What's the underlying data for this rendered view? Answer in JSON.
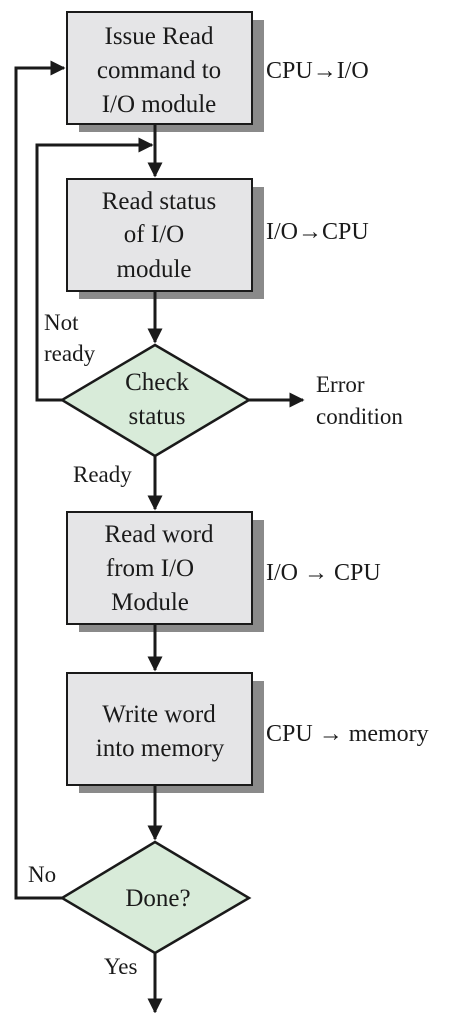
{
  "flowchart": {
    "boxes": [
      {
        "id": "issue-read",
        "lines": [
          "Issue Read",
          "command to",
          "I/O module"
        ],
        "side": "CPU→I/O"
      },
      {
        "id": "read-status",
        "lines": [
          "Read status",
          "of I/O",
          "module"
        ],
        "side": "I/O→CPU"
      },
      {
        "id": "read-word",
        "lines": [
          "Read word",
          "from I/O",
          "Module"
        ],
        "side": "I/O → CPU"
      },
      {
        "id": "write-word",
        "lines": [
          "Write word",
          "into memory"
        ],
        "side": "CPU → memory"
      }
    ],
    "decisions": [
      {
        "id": "check-status",
        "lines": [
          "Check",
          "status"
        ]
      },
      {
        "id": "done",
        "lines": [
          "Done?"
        ]
      }
    ],
    "labels": {
      "not_ready_1": "Not",
      "not_ready_2": "ready",
      "error_1": "Error",
      "error_2": "condition",
      "ready": "Ready",
      "no": "No",
      "yes": "Yes"
    },
    "colors": {
      "box_fill": "#e5e5e7",
      "box_shadow": "#8a8a8a",
      "diamond_fill": "#d8ebd9",
      "line": "#1a1a1a"
    }
  }
}
